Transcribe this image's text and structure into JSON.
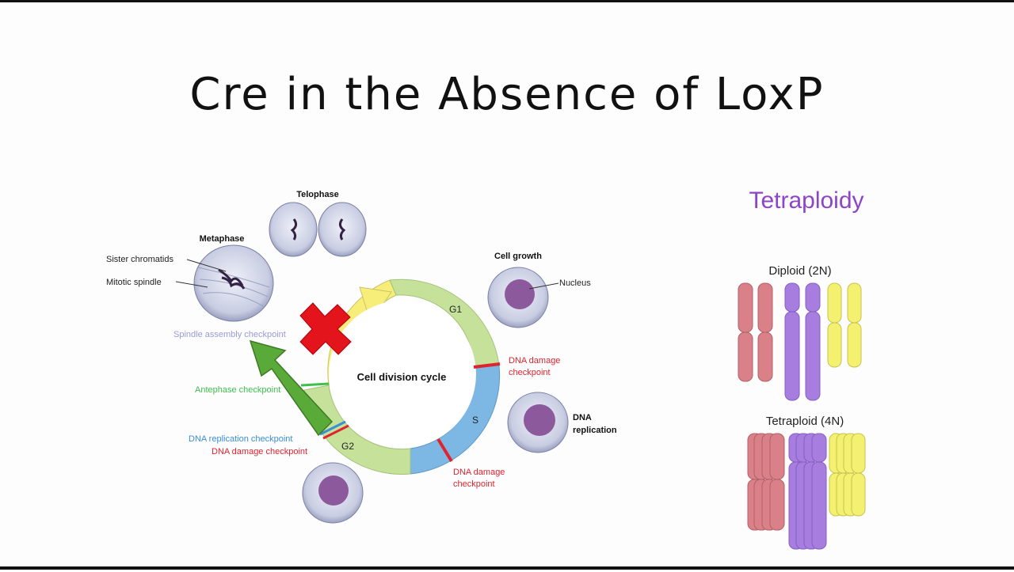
{
  "slide": {
    "title": "Cre in the Absence of LoxP"
  },
  "cycle": {
    "center_label": "Cell division cycle",
    "phase_labels": {
      "g1": "G1",
      "s": "S",
      "g2": "G2"
    },
    "labels": {
      "telophase": "Telophase",
      "metaphase": "Metaphase",
      "sister_chromatids": "Sister chromatids",
      "mitotic_spindle": "Mitotic spindle",
      "cell_growth": "Cell growth",
      "nucleus": "Nucleus",
      "spindle_checkpoint": "Spindle assembly checkpoint",
      "antephase_checkpoint": "Antephase checkpoint",
      "dna_replication_checkpoint": "DNA replication checkpoint",
      "dna_damage_checkpoint_g2": "DNA damage checkpoint",
      "dna_damage_checkpoint_g1_line1": "DNA damage",
      "dna_damage_checkpoint_g1_line2": "checkpoint",
      "dna_damage_checkpoint_s_line1": "DNA damage",
      "dna_damage_checkpoint_s_line2": "checkpoint",
      "dna_replication_line1": "DNA",
      "dna_replication_line2": "replication"
    },
    "colors": {
      "g1": "#c6e29a",
      "s": "#7db8e4",
      "m": "#f6ee78",
      "checkpoint_red": "#e0242e",
      "spindle_label": "#9a9ad6",
      "antephase_green": "#3fbf4f",
      "replication_blue": "#3a8fd6"
    }
  },
  "ploidy": {
    "title": "Tetraploidy",
    "diploid_label": "Diploid (2N)",
    "tetraploid_label": "Tetraploid (4N)",
    "colors": {
      "chr1": "#d98088",
      "chr2": "#a77de0",
      "chr3": "#f4f070",
      "title": "#8e44c8"
    }
  }
}
